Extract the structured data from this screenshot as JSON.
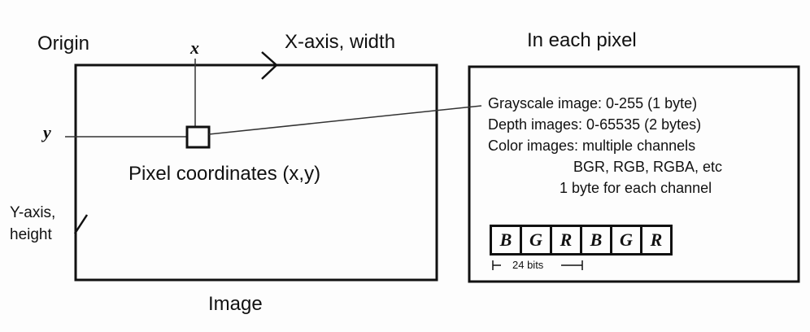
{
  "labels": {
    "origin": "Origin",
    "x_axis": "X-axis, width",
    "in_each_pixel": "In each pixel",
    "x_var": "x",
    "y_var": "y",
    "pixel_coordinates": "Pixel coordinates (x,y)",
    "y_axis": "Y-axis, height",
    "image": "Image"
  },
  "pixel_info": {
    "grayscale": "Grayscale image: 0-255 (1 byte)",
    "depth": "Depth images: 0-65535 (2 bytes)",
    "color": "Color images: multiple channels",
    "formats": "BGR, RGB, RGBA, etc",
    "per_channel": "1 byte for each channel"
  },
  "channel_cells": [
    "B",
    "G",
    "R",
    "B",
    "G",
    "R"
  ],
  "bits_label": "24 bits"
}
